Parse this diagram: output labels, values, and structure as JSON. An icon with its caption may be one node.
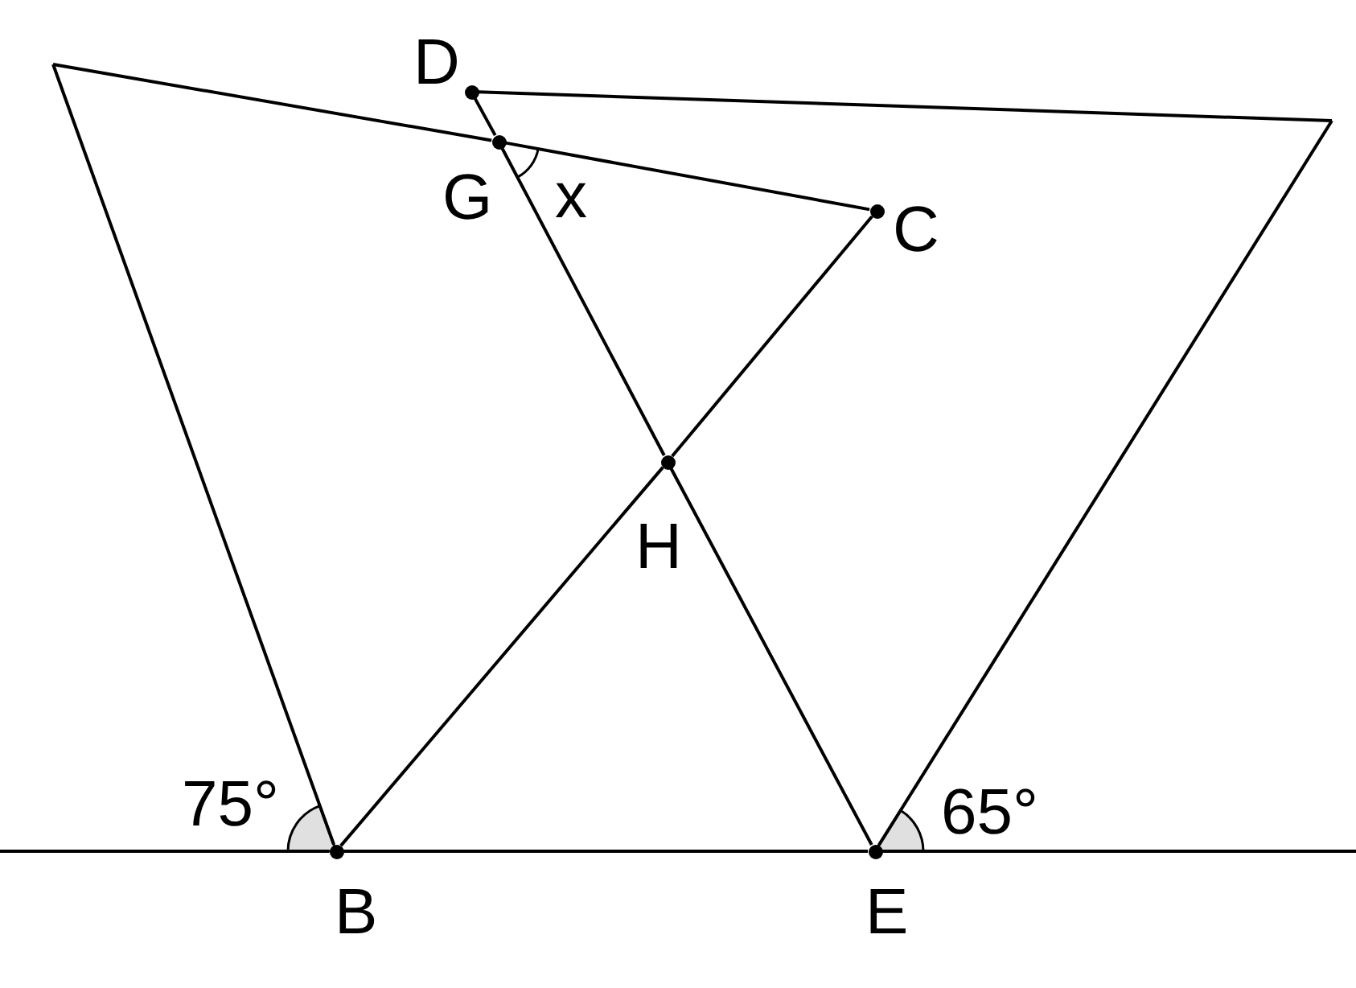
{
  "diagram": {
    "nodes": [
      {
        "text": [
          "D"
        ]
      },
      {
        "text": [
          "G"
        ]
      },
      {
        "text": [
          "C"
        ]
      },
      {
        "text": [
          "H"
        ]
      },
      {
        "text": [
          "B"
        ]
      },
      {
        "text": [
          "E"
        ]
      }
    ],
    "edges": [
      {
        "from": null,
        "to": 4,
        "arrow": "none"
      },
      {
        "from": null,
        "to": 1,
        "arrow": "none"
      },
      {
        "from": 1,
        "to": 2,
        "arrow": "none"
      },
      {
        "from": 0,
        "to": 1,
        "arrow": "none"
      },
      {
        "from": 1,
        "to": 3,
        "arrow": "none"
      },
      {
        "from": 3,
        "to": 5,
        "arrow": "none"
      },
      {
        "from": 4,
        "to": 3,
        "arrow": "none"
      },
      {
        "from": 3,
        "to": 2,
        "arrow": "none"
      },
      {
        "from": 0,
        "to": null,
        "arrow": "none"
      },
      {
        "from": null,
        "to": 5,
        "arrow": "none"
      },
      {
        "from": null,
        "to": 4,
        "arrow": "none"
      },
      {
        "from": 4,
        "to": 5,
        "arrow": "none"
      },
      {
        "from": 5,
        "to": null,
        "arrow": "none"
      }
    ],
    "labels": [
      "x",
      "75°",
      "65°"
    ]
  }
}
